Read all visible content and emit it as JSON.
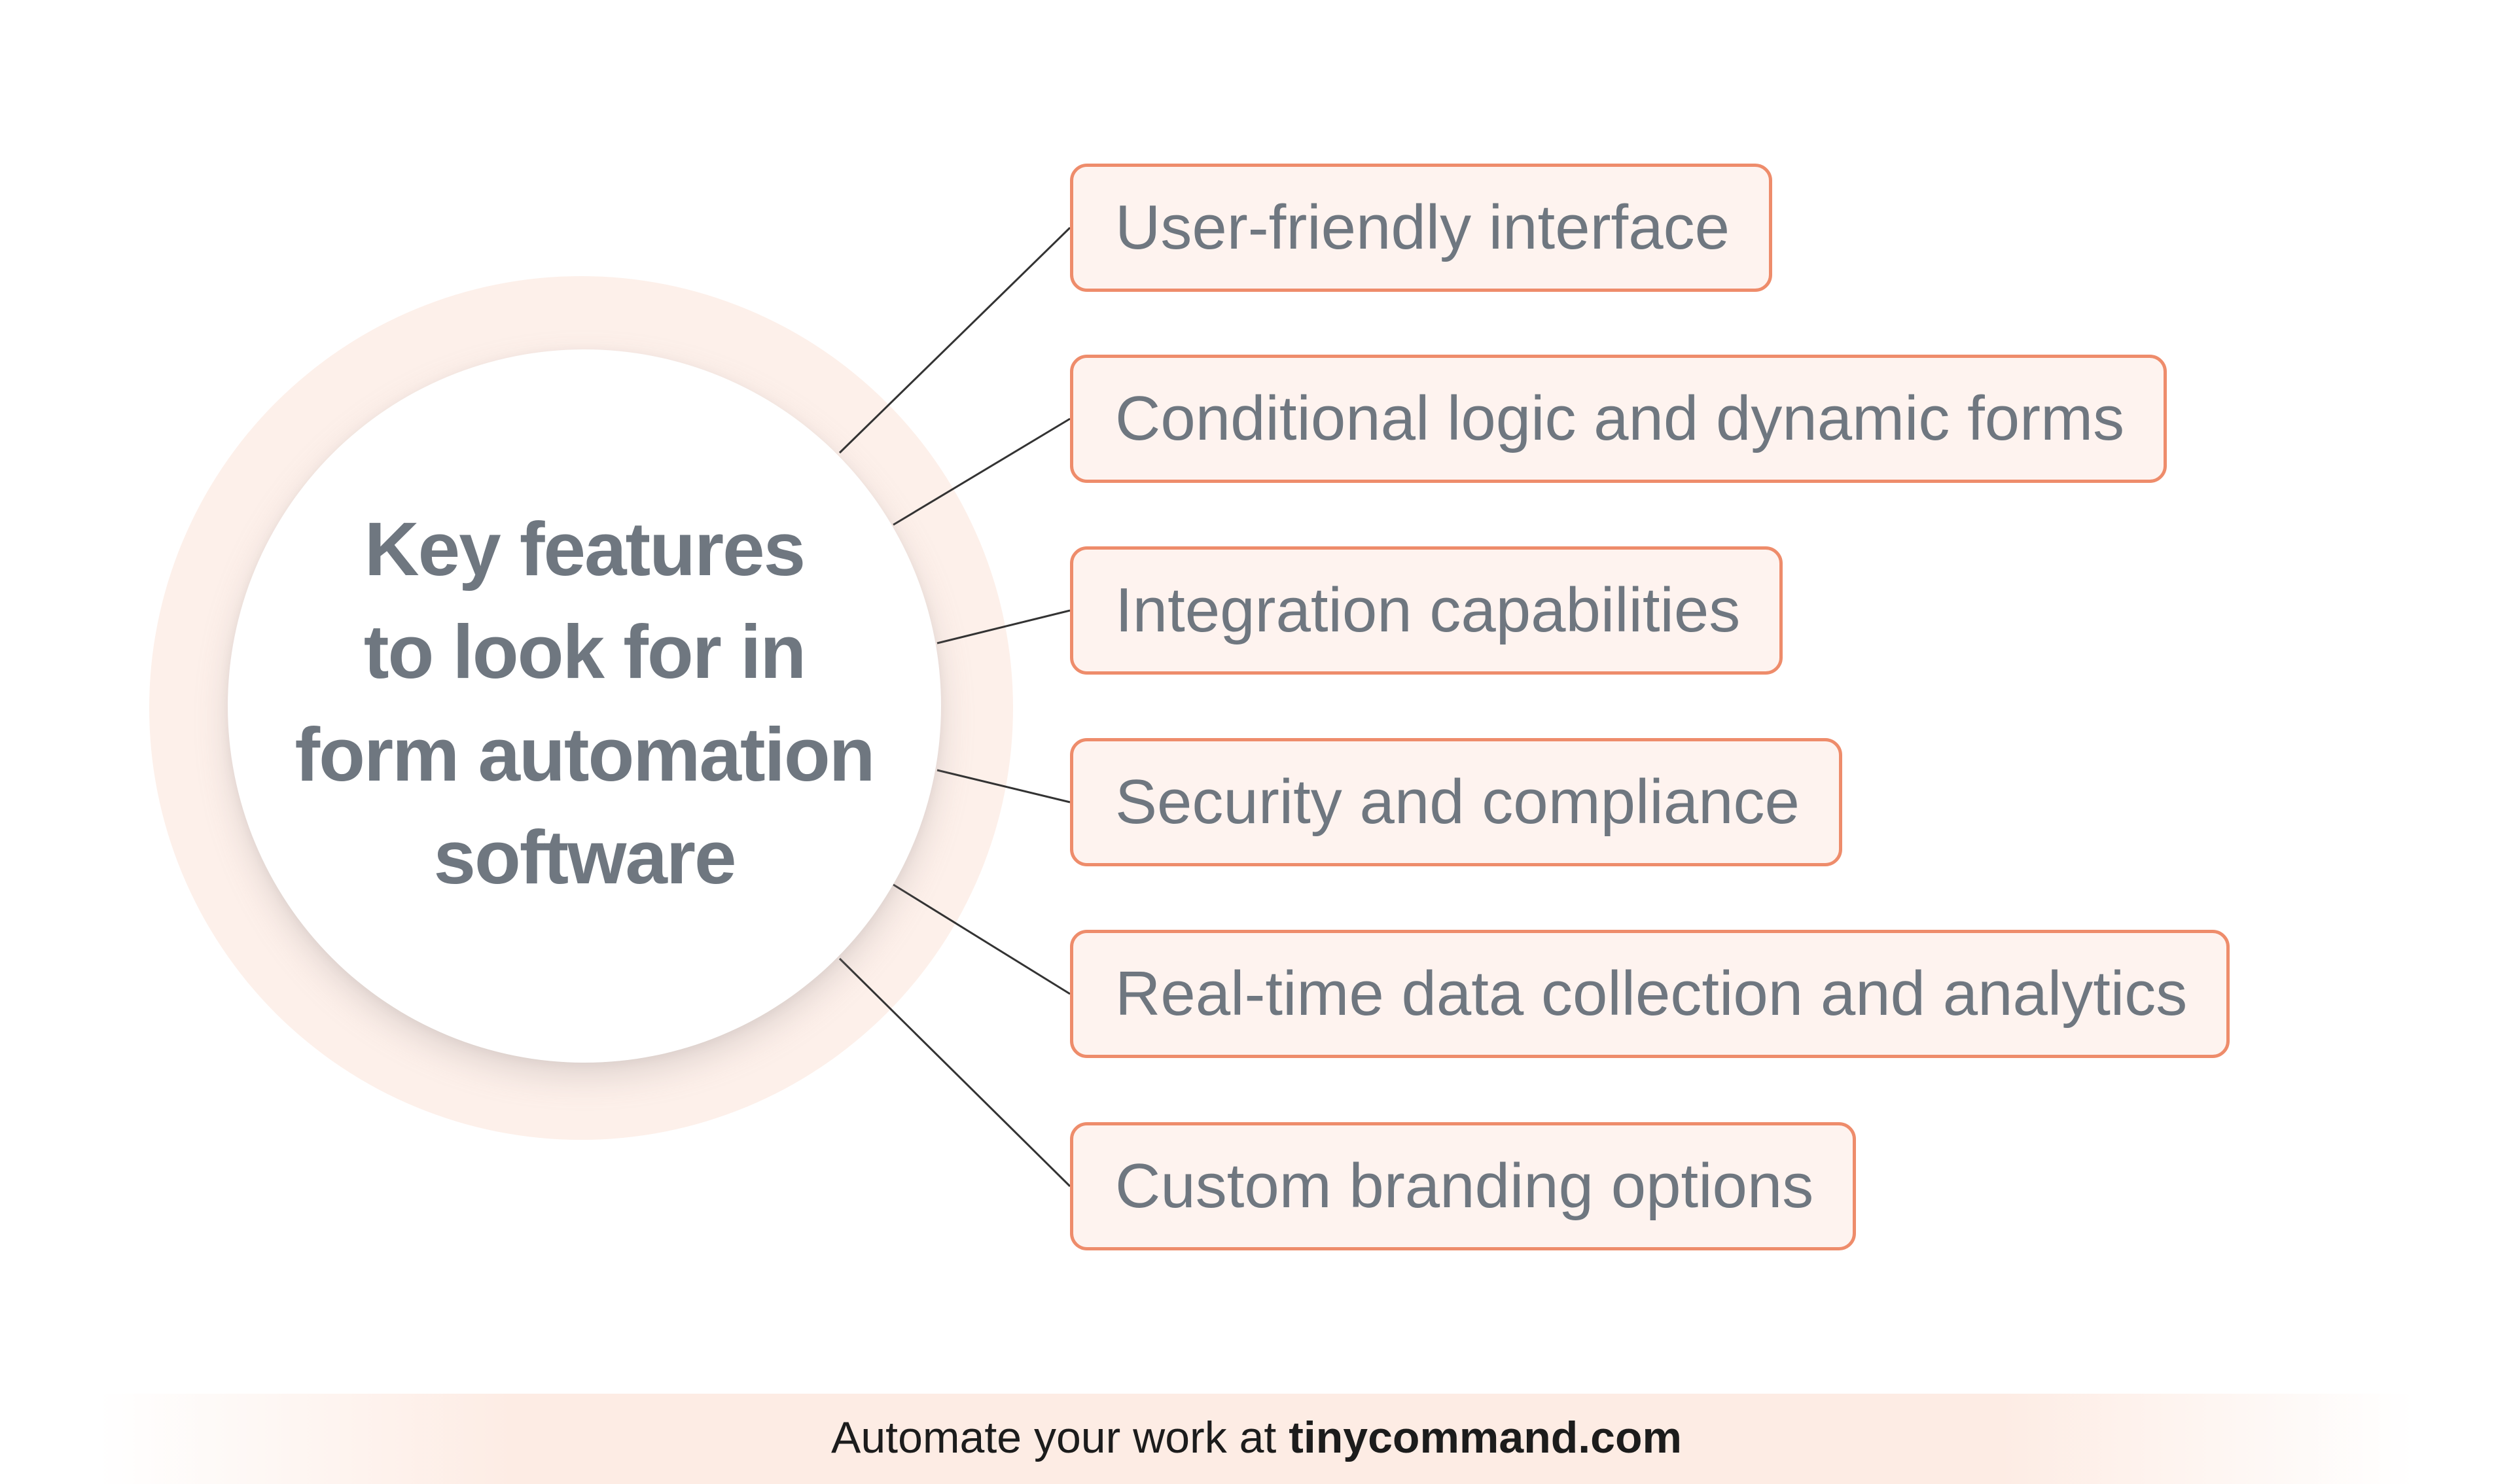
{
  "center": {
    "title_lines": [
      "Key features",
      "to look for in",
      "form automation",
      "software"
    ]
  },
  "features": [
    "User-friendly interface",
    "Conditional logic and dynamic forms",
    "Integration capabilities",
    "Security and compliance",
    "Real-time data collection and analytics",
    "Custom branding options"
  ],
  "footer": {
    "prefix": "Automate your work at ",
    "link": "tinycommand.com"
  },
  "colors": {
    "box_border": "#ee8c6b",
    "box_fill": "#fef3ef",
    "text_gray": "#6f7780",
    "halo": "#fdf0ea"
  }
}
